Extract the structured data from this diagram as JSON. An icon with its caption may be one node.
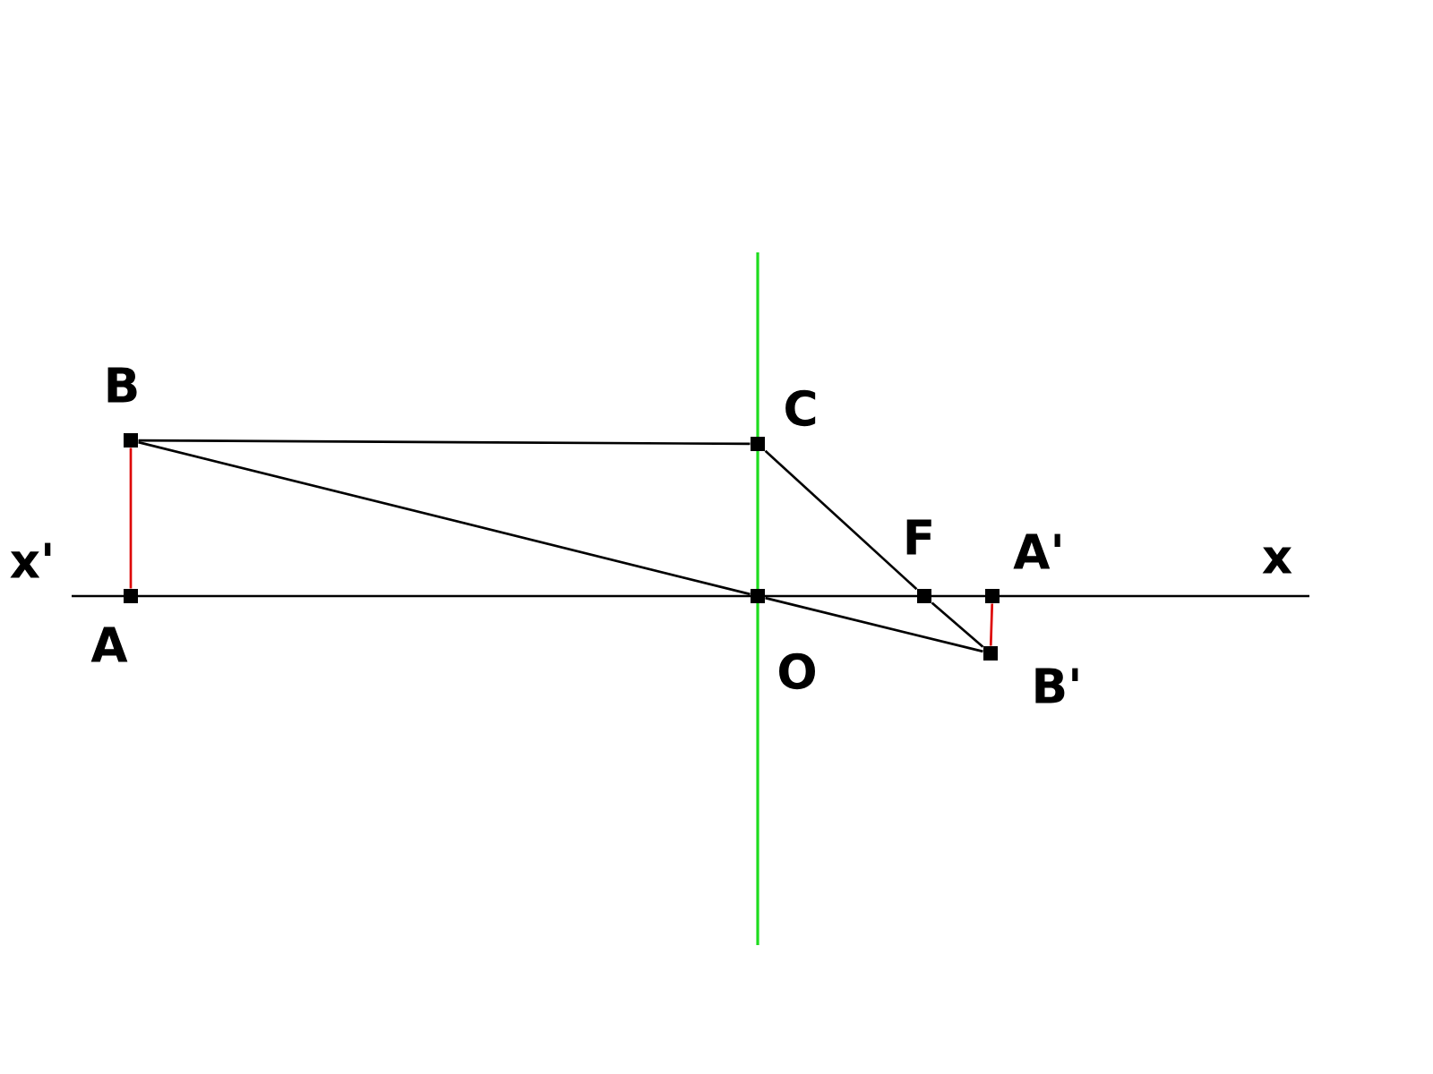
{
  "diagram": {
    "nodes": [
      {
        "text": [
          "A"
        ]
      },
      {
        "text": [
          "B"
        ]
      },
      {
        "text": [
          "C"
        ]
      },
      {
        "text": [
          "O"
        ]
      },
      {
        "text": [
          "F"
        ]
      },
      {
        "text": [
          "A'"
        ]
      },
      {
        "text": [
          "B'"
        ]
      }
    ],
    "edges": [
      {
        "from": 0,
        "to": 1,
        "arrow": "none",
        "color": "#dd0000"
      },
      {
        "from": 1,
        "to": 2,
        "arrow": "none"
      },
      {
        "from": 1,
        "to": 3,
        "arrow": "none"
      },
      {
        "from": 3,
        "to": 6,
        "arrow": "none"
      },
      {
        "from": 2,
        "to": 4,
        "arrow": "none"
      },
      {
        "from": 4,
        "to": 6,
        "arrow": "none"
      },
      {
        "from": 5,
        "to": 6,
        "arrow": "none",
        "color": "#dd0000"
      }
    ],
    "labels": [
      "x'",
      "x"
    ]
  }
}
